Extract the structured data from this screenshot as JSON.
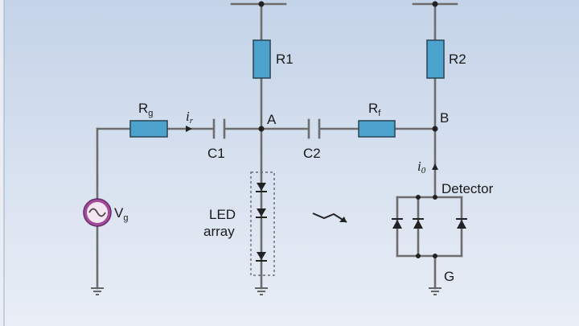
{
  "labels": {
    "rg_main": "R",
    "rg_sub": "g",
    "ir_main": "i",
    "ir_sub": "r",
    "c1": "C1",
    "a": "A",
    "c2": "C2",
    "rf_main": "R",
    "rf_sub": "f",
    "b": "B",
    "r1": "R1",
    "r2": "R2",
    "vg_main": "V",
    "vg_sub": "g",
    "led_line1": "LED",
    "led_line2": "array",
    "io_main": "i",
    "io_sub": "0",
    "detector": "Detector",
    "g": "G"
  },
  "icons": {
    "source": "ac-voltage-source-icon",
    "light": "light-emission-arrow-icon",
    "ground": "ground-icon"
  },
  "colors": {
    "background_top": "#c9d6e8",
    "background_bottom": "#e8eef6",
    "left_panel": "#eaeef4",
    "resistor": "#4ba3cd",
    "source": "#a04c9a",
    "wire": "#6d6d6d"
  }
}
